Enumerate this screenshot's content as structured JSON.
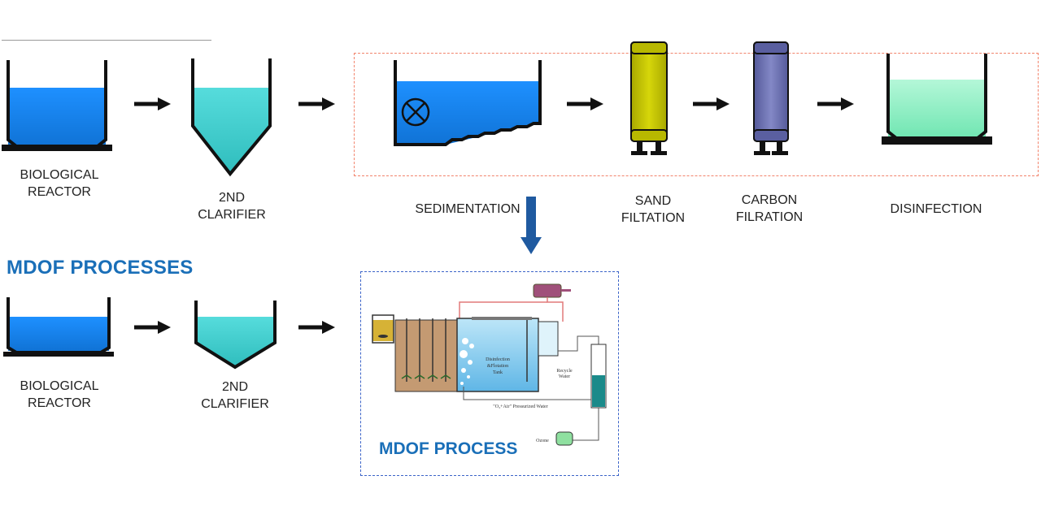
{
  "top_row": {
    "labels": {
      "biological_reactor": [
        "BIOLOGICAL",
        "REACTOR"
      ],
      "second_clarifier": [
        "2ND",
        "CLARIFIER"
      ],
      "sedimentation": "SEDIMENTATION",
      "sand_filtation": [
        "SAND",
        "FILTATION"
      ],
      "carbon_filration": [
        "CARBON",
        "FILRATION"
      ],
      "disinfection": "DISINFECTION"
    }
  },
  "bottom_row": {
    "heading": "MDOF PROCESSES",
    "labels": {
      "biological_reactor": [
        "BIOLOGICAL",
        "REACTOR"
      ],
      "second_clarifier": [
        "2ND",
        "CLARIFIER"
      ]
    },
    "mdof_panel": {
      "title": "MDOF PROCESS",
      "tank_label": [
        "Disinfection",
        "&Flotation",
        "Tank"
      ],
      "recycle_label": [
        "Recycle",
        "Water"
      ],
      "pressurized_label": "\"O₃+Air\" Pressurized Water",
      "ozone_label": "Ozone"
    }
  },
  "colors": {
    "blue_water": "#1a8ae6",
    "teal_water": "#3ecfcf",
    "sand_filter": "#c2c200",
    "carbon_filter": "#6b70b0",
    "disinfect_water": "#8ff0c4",
    "heading_blue": "#1a6fb8",
    "arrow_blue": "#1f5aa0"
  }
}
